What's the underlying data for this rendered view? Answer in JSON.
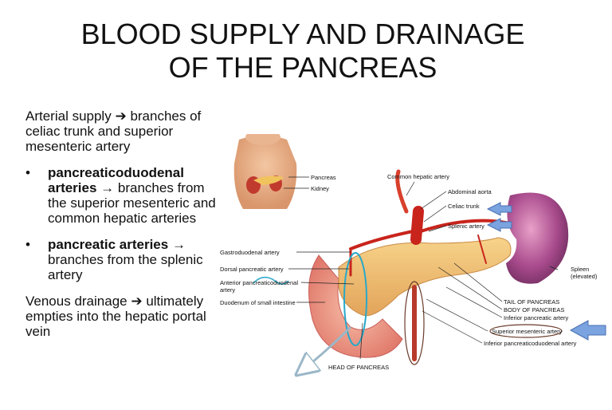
{
  "title_line1": "BLOOD SUPPLY AND DRAINAGE",
  "title_line2": "OF THE PANCREAS",
  "arterial_intro": "Arterial supply",
  "arrow": "➔",
  "arterial_rest": "branches of celiac trunk and superior mesenteric artery",
  "bullet1_bold": "pancreaticoduodenal arteries",
  "bullet1_arrow": "→",
  "bullet1_rest": "branches from the superior mesenteric and common hepatic arteries",
  "bullet2_bold": "pancreatic arteries",
  "bullet2_arrow": "→",
  "bullet2_rest": "branches from the splenic artery",
  "venous_intro": "Venous drainage",
  "venous_rest": "ultimately empties into the hepatic portal vein",
  "figure_labels": {
    "pancreas": "Pancreas",
    "kidney": "Kidney",
    "common_hepatic": "Common hepatic artery",
    "abdominal_aorta": "Abdominal aorta",
    "celiac_trunk": "Celiac trunk",
    "splenic_artery": "Splenic artery",
    "gastroduodenal": "Gastroduodenal artery",
    "dorsal_pancreatic": "Dorsal pancreatic artery",
    "anterior_pd_1": "Anterior pancreaticoduodenal",
    "anterior_pd_2": "artery",
    "duodenum": "Duodenum of small intestine",
    "spleen": "Spleen",
    "spleen_elevated": "(elevated)",
    "tail": "TAIL OF PANCREAS",
    "body": "BODY OF PANCREAS",
    "inferior_pancreatic": "Inferior pancreatic artery",
    "superior_mesenteric": "Superior mesenteric artery",
    "inferior_pd": "Inferior pancreaticoduodenal artery",
    "head": "HEAD OF PANCREAS"
  }
}
